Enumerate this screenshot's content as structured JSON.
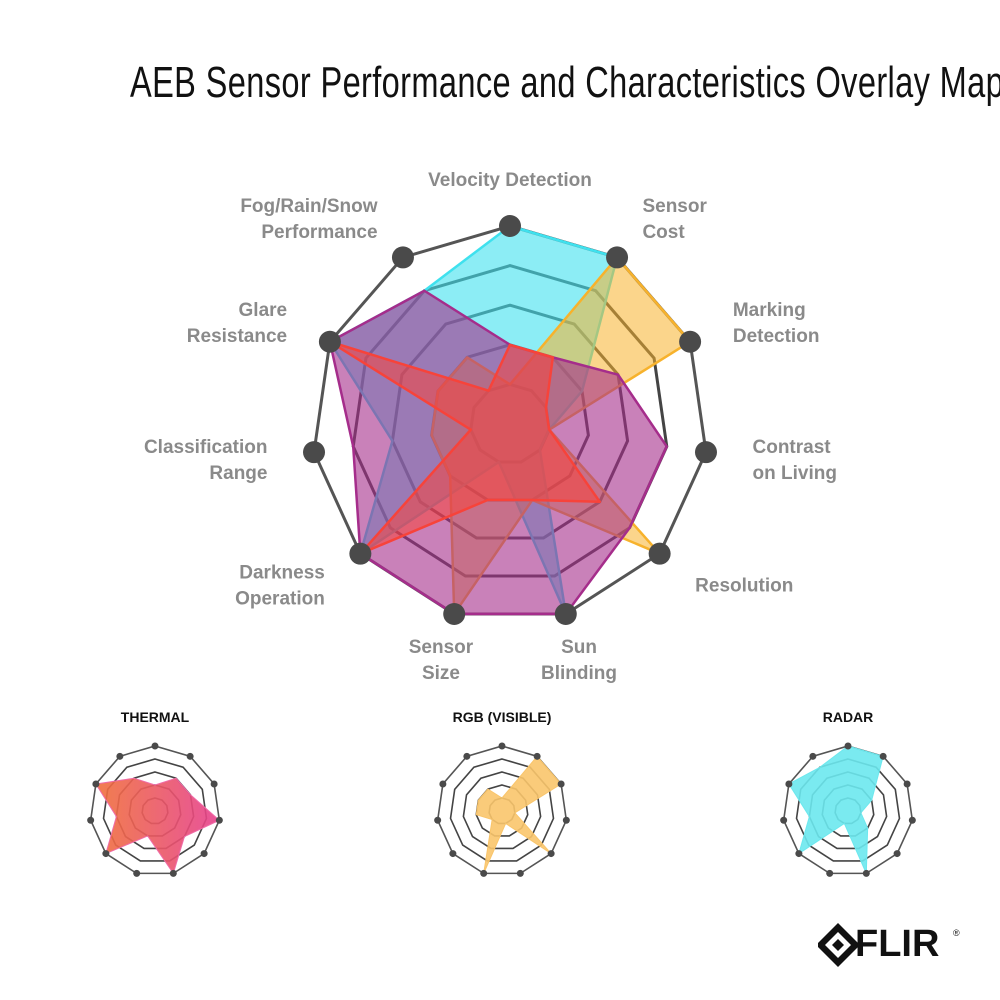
{
  "title": "AEB Sensor Performance and Characteristics Overlay Map",
  "chart_data": [
    {
      "type": "radar",
      "name": "main",
      "axes": [
        "Velocity Detection",
        "Sensor Cost",
        "Marking Detection",
        "Contrast on Living",
        "Resolution",
        "Sun Blinding",
        "Sensor Size",
        "Darkness Operation",
        "Classification Range",
        "Glare Resistance",
        "Fog/Rain/Snow Performance"
      ],
      "axis_labels": [
        [
          "Velocity Detection"
        ],
        [
          "Sensor",
          "Cost"
        ],
        [
          "Marking",
          "Detection"
        ],
        [
          "Contrast",
          "on Living"
        ],
        [
          "Resolution"
        ],
        [
          "Sun",
          "Blinding"
        ],
        [
          "Sensor",
          "Size"
        ],
        [
          "Darkness",
          "Operation"
        ],
        [
          "Classification",
          "Range"
        ],
        [
          "Glare",
          "Resistance"
        ],
        [
          "Fog/Rain/Snow",
          "Performance"
        ]
      ],
      "rmax": 5,
      "rings": 5,
      "series": [
        {
          "values": [
            5,
            5,
            2,
            1,
            1,
            5,
            1,
            5,
            3,
            5,
            4
          ],
          "color": "#3fe1ee",
          "opacity": 0.6
        },
        {
          "values": [
            1,
            5,
            5,
            1,
            5,
            2,
            5,
            2,
            2,
            2,
            2
          ],
          "color": "#f7b22c",
          "opacity": 0.55
        },
        {
          "values": [
            2,
            2,
            3,
            4,
            4,
            5,
            5,
            5,
            4,
            5,
            4
          ],
          "color": "#a52d8b",
          "opacity": 0.6
        },
        {
          "values": [
            2,
            2,
            1,
            1,
            3,
            2,
            2,
            5,
            1,
            5,
            1
          ],
          "color": "#f7433a",
          "opacity": 0.55
        }
      ]
    },
    {
      "type": "radar",
      "name": "THERMAL",
      "rmax": 5,
      "rings": 5,
      "series": [
        {
          "values": [
            2,
            3,
            3,
            5,
            3,
            5,
            2,
            5,
            3,
            5,
            3
          ],
          "color": "#f06ba8",
          "opacity": 0.9
        }
      ]
    },
    {
      "type": "radar",
      "name": "RGB (VISIBLE)",
      "rmax": 5,
      "rings": 5,
      "series": [
        {
          "values": [
            1,
            5,
            5,
            1,
            5,
            1,
            5,
            1,
            2,
            2,
            2
          ],
          "color": "#f9c56b",
          "opacity": 0.9
        }
      ]
    },
    {
      "type": "radar",
      "name": "RADAR",
      "rmax": 5,
      "rings": 5,
      "series": [
        {
          "values": [
            5,
            5,
            2,
            1,
            2,
            5,
            1,
            5,
            3,
            5,
            4
          ],
          "color": "#6ce8ee",
          "opacity": 0.9
        }
      ]
    }
  ],
  "logo": {
    "text": "FLIR",
    "reg": "®"
  }
}
